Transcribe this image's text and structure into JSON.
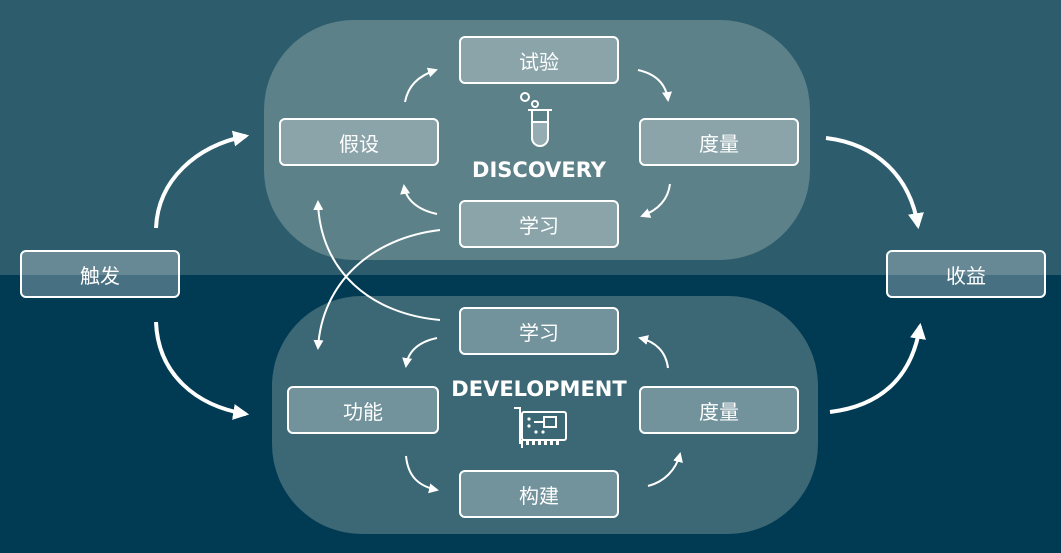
{
  "colors": {
    "background_top": "#2d5c6c",
    "background_bottom": "#003b53",
    "discovery_zone": "#5d8189",
    "development_zone": "#3c6876",
    "node_fill": "rgba(255,255,255,0.28)",
    "line": "#ffffff"
  },
  "trigger": {
    "label": "触发"
  },
  "outcome": {
    "label": "收益"
  },
  "discovery": {
    "title": "DISCOVERY",
    "icon": "test-tube-icon",
    "nodes": {
      "experiment": "试验",
      "hypothesis": "假设",
      "measure": "度量",
      "learn": "学习"
    }
  },
  "development": {
    "title": "DEVELOPMENT",
    "icon": "circuit-board-icon",
    "nodes": {
      "learn": "学习",
      "feature": "功能",
      "measure": "度量",
      "build": "构建"
    }
  }
}
